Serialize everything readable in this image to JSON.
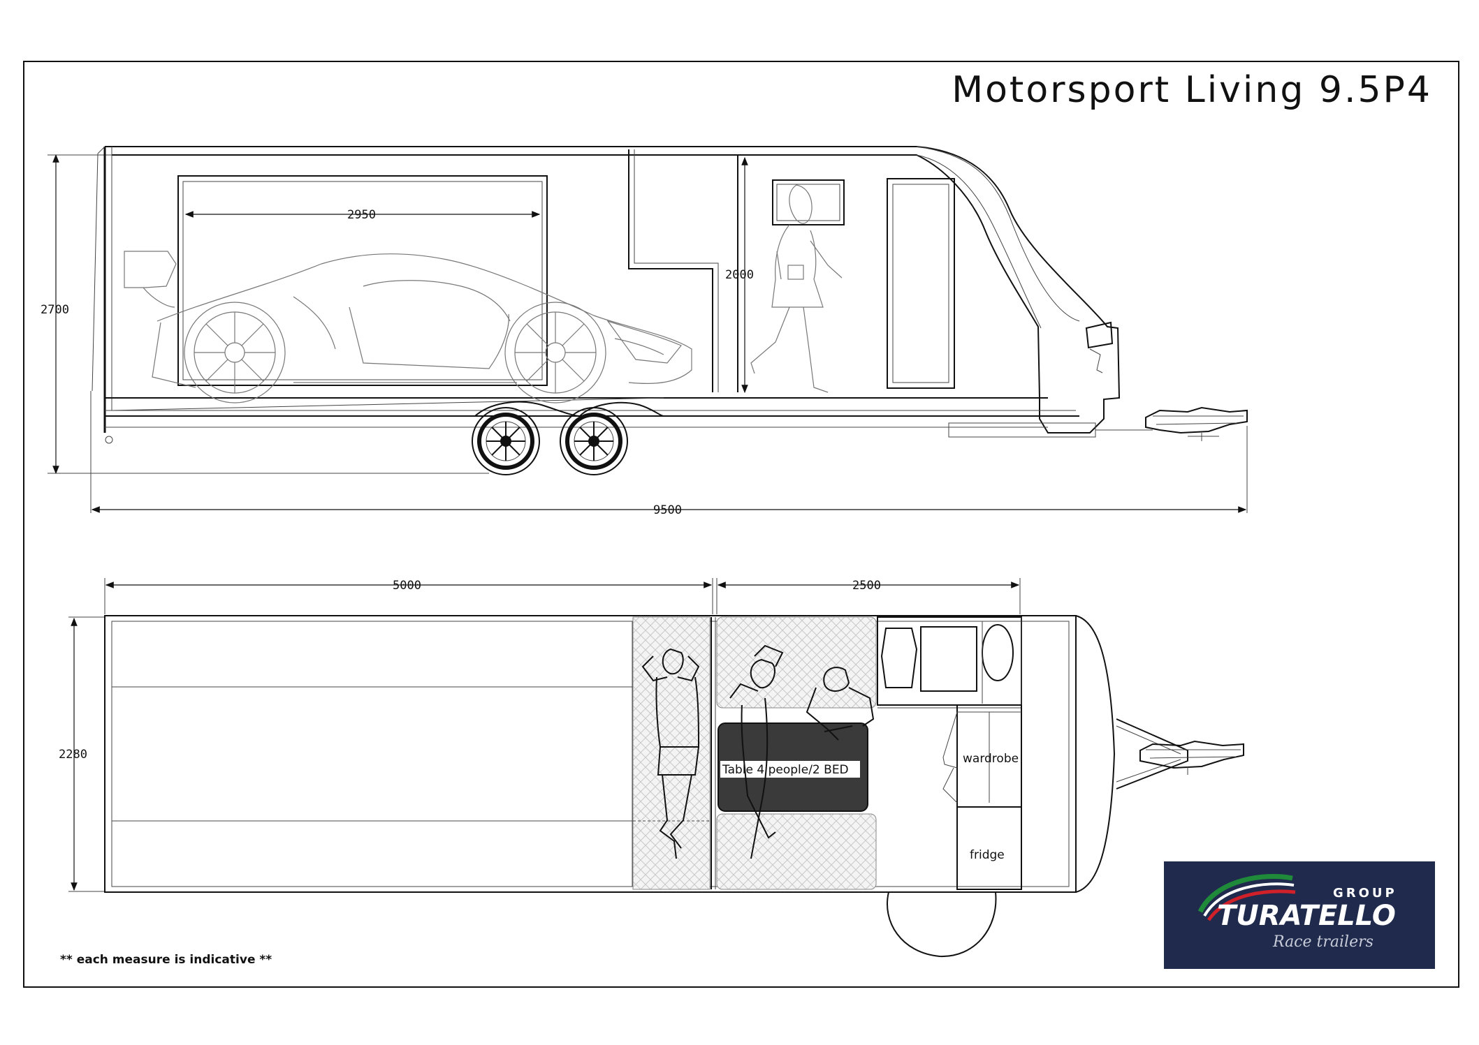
{
  "title": "Motorsport Living 9.5P4",
  "side_view": {
    "dims": {
      "height": "2700",
      "garage_width": "2950",
      "interior_height": "2000",
      "overall_length": "9500"
    }
  },
  "plan_view": {
    "dims": {
      "garage_length": "5000",
      "living_length": "2500",
      "width": "2280"
    },
    "labels": {
      "table": "Table 4 people/2 BED",
      "wardrobe": "wardrobe",
      "fridge": "fridge"
    }
  },
  "note": "**  each measure is indicative **",
  "logo": {
    "group": "GROUP",
    "brand": "TURATELLO",
    "tagline": "Race trailers",
    "colors": {
      "background": "#1f2a4d",
      "green": "#1f8a3a",
      "red": "#d0202a",
      "white": "#ffffff"
    }
  }
}
